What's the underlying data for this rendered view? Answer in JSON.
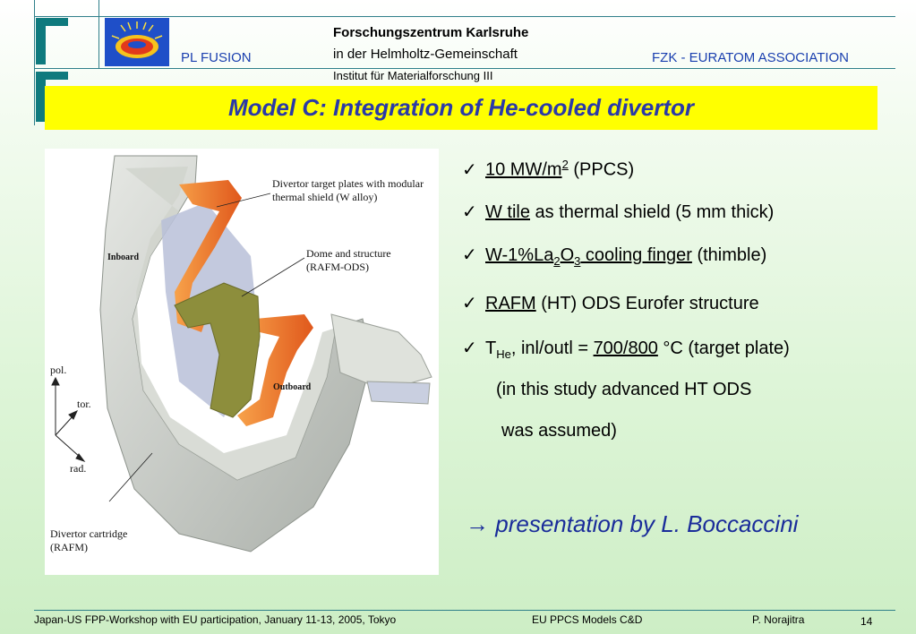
{
  "header": {
    "org_name": "Forschungszentrum Karlsruhe",
    "org_sub": "in der Helmholtz-Gemeinschaft",
    "institute": "Institut für Materialforschung III",
    "left_label": "PL FUSION",
    "right_label": "FZK - EURATOM ASSOCIATION"
  },
  "title": "Model C: Integration of He-cooled divertor",
  "figure": {
    "label_target": "Divertor target plates with modular thermal shield  (W alloy)",
    "label_dome": "Dome and structure (RAFM-ODS)",
    "label_inboard": "Inboard",
    "label_outboard": "Outboard",
    "label_pol": "pol.",
    "label_tor": "tor.",
    "label_rad": "rad.",
    "label_cartridge": "Divertor cartridge (RAFM)"
  },
  "bullets": {
    "b1_u": "10 MW/m",
    "b1_sup": "2",
    "b1_rest": " (PPCS)",
    "b2_u": "W tile",
    "b2_rest": " as thermal shield (5 mm thick)",
    "b3_u1": "W-1%La",
    "b3_sub1": "2",
    "b3_u2": "O",
    "b3_sub2": "3",
    "b3_u3": " cooling finger",
    "b3_rest": " (thimble)",
    "b4_u": "RAFM",
    "b4_rest": " (HT) ODS Eurofer structure",
    "b5_t": "T",
    "b5_sub": "He",
    "b5_mid": ", inl/outl = ",
    "b5_u": "700/800",
    "b5_rest": " °C (target plate)",
    "cont1": "(in this study advanced HT ODS",
    "cont2": "was assumed)",
    "check": "✓"
  },
  "presentation": {
    "arrow": "→",
    "text": "presentation by L. Boccaccini"
  },
  "footer": {
    "workshop": "Japan-US FPP-Workshop with EU participation, January 11-13, 2005, Tokyo",
    "models": "EU PPCS  Models C&D",
    "author": "P.  Norajitra",
    "page": "14"
  },
  "colors": {
    "title_band": "#ffff00",
    "title_text": "#2a39a8",
    "accent_lines": "#2f7f8a",
    "label_blue": "#1a3faf"
  }
}
